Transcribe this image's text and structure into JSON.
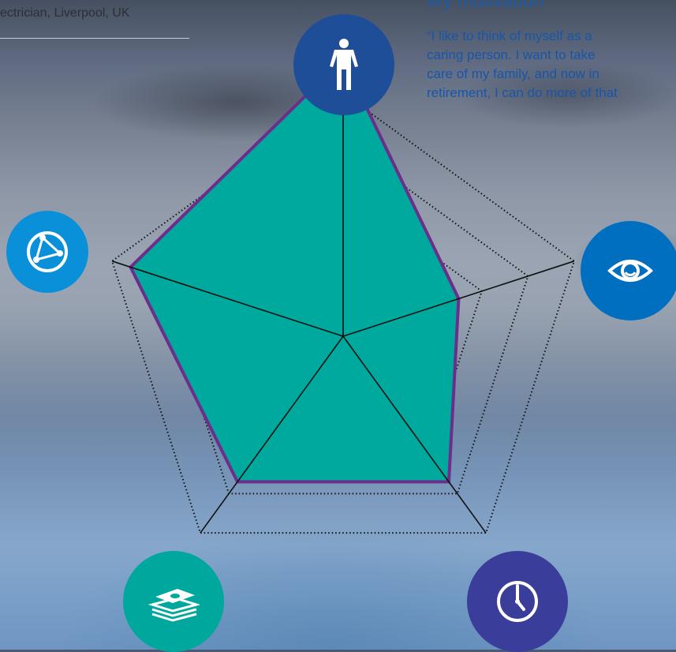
{
  "header": {
    "subtitle": "ectrician, Liverpool, UK"
  },
  "motivation": {
    "title": "My motivation",
    "quote_lines": [
      "“I like to think of myself as a",
      "caring person. I want to take",
      "care of my family, and now in",
      "retirement, I can do more of that"
    ]
  },
  "colors": {
    "fill": "#00a99d",
    "outline": "#6b2e8b",
    "icon_top": "#1f4e99",
    "icon_right": "#006fbf",
    "icon_bottom_right": "#3b3d9b",
    "icon_bottom_left": "#00a79c",
    "icon_left": "#0a8fd9"
  },
  "icons": [
    "person-icon",
    "eye-icon",
    "clock-icon",
    "money-stack-icon",
    "network-icon"
  ],
  "chart_data": {
    "type": "radar",
    "axes_count": 5,
    "levels": 5,
    "max": 5,
    "axes": [
      "person",
      "eye",
      "clock",
      "money",
      "network"
    ],
    "values": [
      5.7,
      2.5,
      3.7,
      3.7,
      4.6
    ]
  }
}
